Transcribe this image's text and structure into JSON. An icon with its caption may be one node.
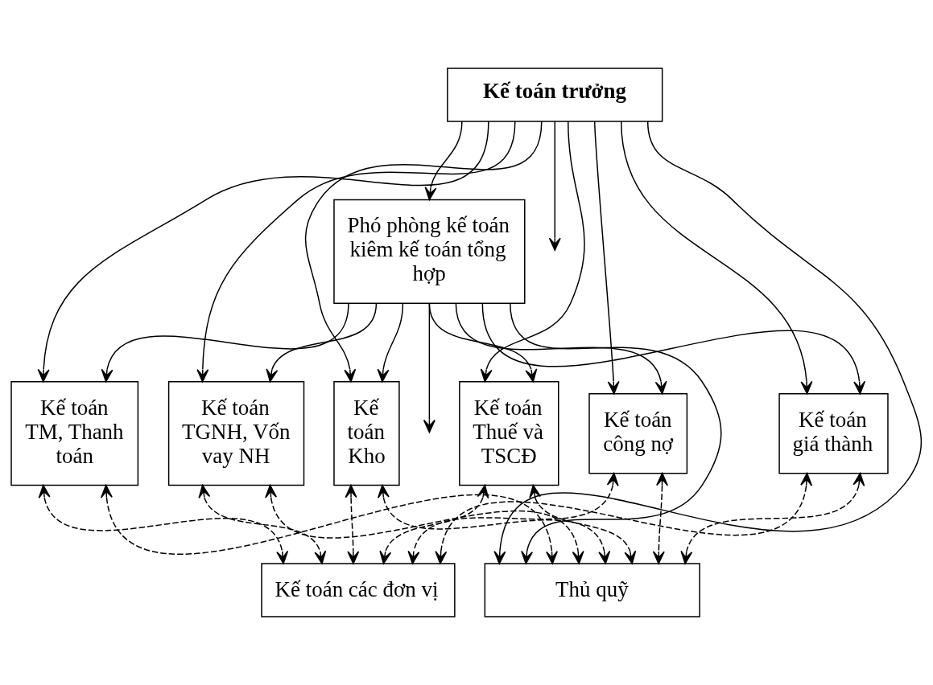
{
  "diagram": {
    "nodes": [
      {
        "text": [
          "Kế toán trưởng"
        ]
      },
      {
        "text": [
          "Phó phòng kế toán kiêm kế toán tổng hợp"
        ]
      },
      {
        "text": [
          "Kế toán TM, Thanh toán"
        ]
      },
      {
        "text": [
          "Kế toán TGNH, Vốn vay NH"
        ]
      },
      {
        "text": [
          "Kế toán Kho"
        ]
      },
      {
        "text": [
          "Kế toán Thuế và TSCĐ"
        ]
      },
      {
        "text": [
          "Kế toán công nợ"
        ]
      },
      {
        "text": [
          "Kế toán giá thành"
        ]
      },
      {
        "text": [
          "Kế toán các đơn vị"
        ]
      },
      {
        "text": [
          "Thủ quỹ"
        ]
      }
    ],
    "edges": [
      {
        "from": 0,
        "to": 1,
        "arrow": "to"
      },
      {
        "from": 0,
        "to": 2,
        "arrow": "to"
      },
      {
        "from": 0,
        "to": 3,
        "arrow": "to"
      },
      {
        "from": 0,
        "to": 4,
        "arrow": "to"
      },
      {
        "from": 0,
        "to": 5,
        "arrow": "to"
      },
      {
        "from": 0,
        "to": 6,
        "arrow": "to"
      },
      {
        "from": 0,
        "to": 7,
        "arrow": "to"
      },
      {
        "from": 0,
        "to": 9,
        "arrow": "to"
      },
      {
        "from": 0,
        "to": null,
        "arrow": "to"
      },
      {
        "from": 1,
        "to": 2,
        "arrow": "to"
      },
      {
        "from": 1,
        "to": 3,
        "arrow": "to"
      },
      {
        "from": 1,
        "to": 4,
        "arrow": "to"
      },
      {
        "from": 1,
        "to": 5,
        "arrow": "to"
      },
      {
        "from": 1,
        "to": 6,
        "arrow": "to"
      },
      {
        "from": 1,
        "to": 7,
        "arrow": "to"
      },
      {
        "from": 1,
        "to": 9,
        "arrow": "to"
      },
      {
        "from": 1,
        "to": null,
        "arrow": "to"
      },
      {
        "from": 2,
        "to": 8,
        "arrow": "both",
        "style": "dashed"
      },
      {
        "from": 3,
        "to": 8,
        "arrow": "both",
        "style": "dashed"
      },
      {
        "from": 4,
        "to": 8,
        "arrow": "both",
        "style": "dashed"
      },
      {
        "from": 5,
        "to": 8,
        "arrow": "both",
        "style": "dashed"
      },
      {
        "from": 6,
        "to": 8,
        "arrow": "both",
        "style": "dashed"
      },
      {
        "from": 7,
        "to": 8,
        "arrow": "both",
        "style": "dashed"
      },
      {
        "from": 2,
        "to": 9,
        "arrow": "both",
        "style": "dashed"
      },
      {
        "from": 3,
        "to": 9,
        "arrow": "both",
        "style": "dashed"
      },
      {
        "from": 4,
        "to": 9,
        "arrow": "both",
        "style": "dashed"
      },
      {
        "from": 5,
        "to": 9,
        "arrow": "both",
        "style": "dashed"
      },
      {
        "from": 6,
        "to": 9,
        "arrow": "both",
        "style": "dashed"
      },
      {
        "from": 7,
        "to": 9,
        "arrow": "both",
        "style": "dashed"
      }
    ]
  }
}
